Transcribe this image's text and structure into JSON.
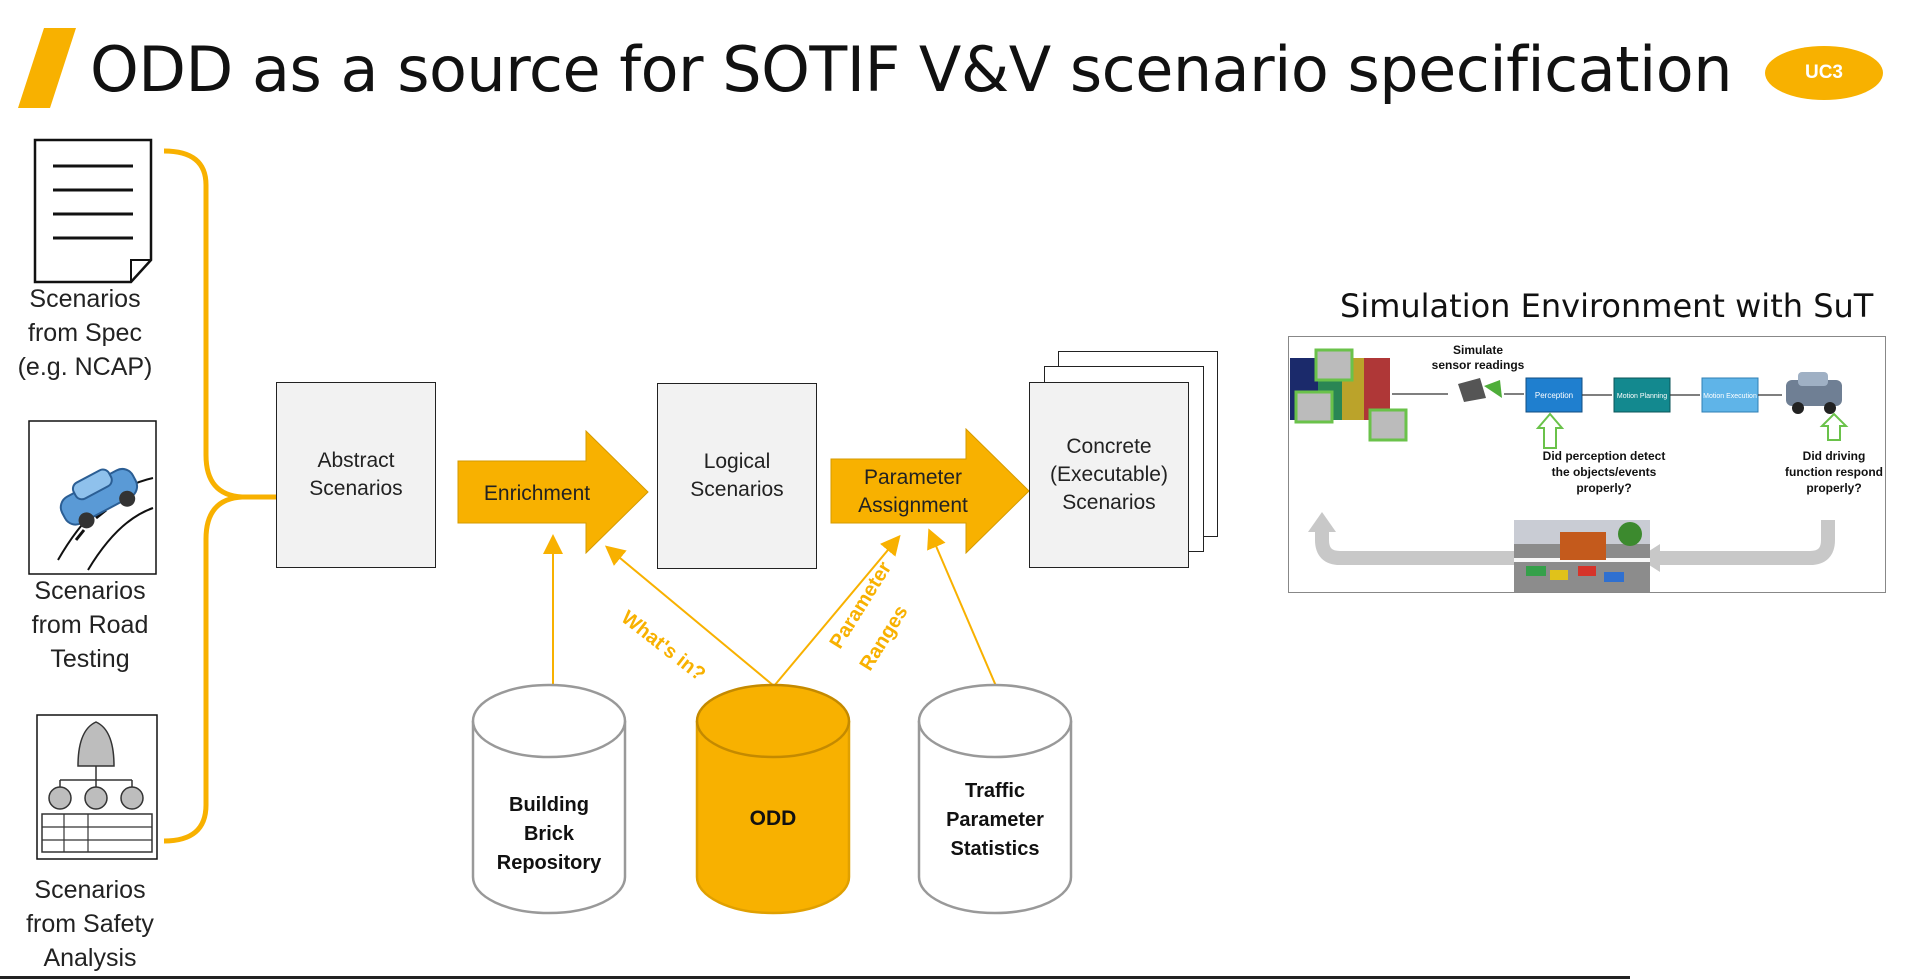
{
  "slide": {
    "title": "ODD as a source for SOTIF V&V scenario specification",
    "badge": "UC3"
  },
  "sources": [
    {
      "label_lines": [
        "Scenarios",
        "from Spec",
        "(e.g. NCAP)"
      ],
      "icon": "document-icon"
    },
    {
      "label_lines": [
        "Scenarios",
        "from Road",
        "Testing"
      ],
      "icon": "car-on-road-icon"
    },
    {
      "label_lines": [
        "Scenarios",
        "from Safety",
        "Analysis"
      ],
      "icon": "fault-tree-icon"
    }
  ],
  "pipeline": {
    "abstract_lines": [
      "Abstract",
      "Scenarios"
    ],
    "enrichment": "Enrichment",
    "logical_lines": [
      "Logical",
      "Scenarios"
    ],
    "param_assign_lines": [
      "Parameter",
      "Assignment"
    ],
    "concrete_lines": [
      "Concrete",
      "(Executable)",
      "Scenarios"
    ]
  },
  "databases": [
    {
      "label_lines": [
        "Building",
        "Brick",
        "Repository"
      ],
      "filled": false
    },
    {
      "label_lines": [
        "ODD"
      ],
      "filled": true
    },
    {
      "label_lines": [
        "Traffic",
        "Parameter",
        "Statistics"
      ],
      "filled": false
    }
  ],
  "arrow_labels": {
    "whats_in": "What's in?",
    "param_ranges_lines": [
      "Parameter",
      "Ranges"
    ]
  },
  "simulation": {
    "title": "Simulation Environment with SuT",
    "sensor_label_lines": [
      "Simulate",
      "sensor readings"
    ],
    "blocks": [
      "Perception",
      "Motion Planning",
      "Motion Execution"
    ],
    "question_perception_lines": [
      "Did perception detect",
      "the objects/events",
      "properly?"
    ],
    "question_driving_lines": [
      "Did driving",
      "function respond",
      "properly?"
    ]
  },
  "colors": {
    "accent": "#f8b100",
    "box_fill": "#f2f2f2",
    "block_blue": "#1f7fcf",
    "block_teal": "#13898f",
    "block_light": "#5fb4e8"
  }
}
